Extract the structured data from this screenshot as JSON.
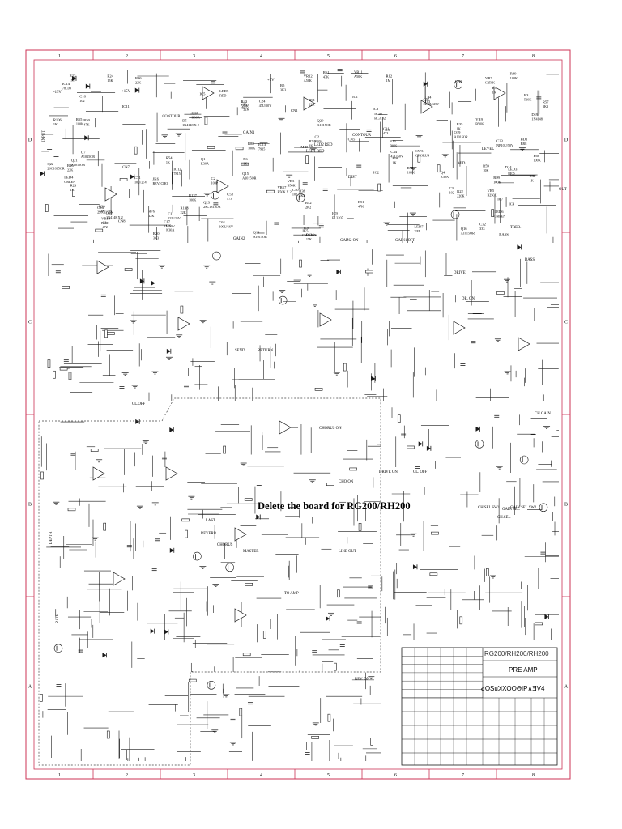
{
  "notice": "Delete the board for RG200/RH200",
  "title_block": {
    "models": "RG200/RH200/RH200",
    "name": "PRE AMP",
    "code": "ꓒOSuꓘXOOƏIP∧ƎV4"
  },
  "grid": {
    "columns": [
      "1",
      "2",
      "3",
      "4",
      "5",
      "6",
      "7",
      "8"
    ],
    "rows": [
      "D",
      "C",
      "B",
      "A"
    ]
  },
  "components": [
    {
      "ref": "R138",
      "val": "22K"
    },
    {
      "ref": "Q7",
      "val": "A1015OR"
    },
    {
      "ref": "R137",
      "val": "100K"
    },
    {
      "ref": "R136",
      "val": "15K"
    },
    {
      "ref": "C32",
      "val": "333"
    },
    {
      "ref": "IC1",
      "val": ""
    },
    {
      "ref": "R15",
      "val": "22K"
    },
    {
      "ref": "R16",
      "val": "22K"
    },
    {
      "ref": "C17",
      "val": "1U/50V"
    },
    {
      "ref": "R20",
      "val": "3K3"
    },
    {
      "ref": "VR5",
      "val": "B250K"
    },
    {
      "ref": "IC2",
      "val": ""
    },
    {
      "ref": "C18",
      "val": "102"
    },
    {
      "ref": "R23",
      "val": "1K"
    },
    {
      "ref": "R24",
      "val": "15K"
    },
    {
      "ref": "IC3",
      "val": ""
    },
    {
      "ref": "C21",
      "val": "473"
    },
    {
      "ref": "CONTOUR",
      "val": ""
    },
    {
      "ref": "D14",
      "val": ""
    },
    {
      "ref": "R32",
      "val": "1K"
    },
    {
      "ref": "IC6",
      "val": ""
    },
    {
      "ref": "R35",
      "val": "1K"
    },
    {
      "ref": "R36",
      "val": "2K2"
    },
    {
      "ref": "IC5",
      "val": ""
    },
    {
      "ref": "C1",
      "val": "472"
    },
    {
      "ref": "C2",
      "val": "100P"
    },
    {
      "ref": "R5",
      "val": "3K3"
    },
    {
      "ref": "R6",
      "val": "1K"
    },
    {
      "ref": "R3",
      "val": "510K"
    },
    {
      "ref": "R7",
      "val": "1K"
    },
    {
      "ref": "C11",
      "val": "22U/25V"
    },
    {
      "ref": "C23",
      "val": "NP10U/50V"
    },
    {
      "ref": "R26",
      "val": "500K"
    },
    {
      "ref": "VR7",
      "val": "C250K"
    },
    {
      "ref": "R22",
      "val": "220K"
    },
    {
      "ref": "D5",
      "val": "1N4148 X 2"
    },
    {
      "ref": "R12",
      "val": "1M"
    },
    {
      "ref": "R13",
      "val": "1M"
    },
    {
      "ref": "Q2",
      "val": "K30A"
    },
    {
      "ref": "Q4",
      "val": "K30A"
    },
    {
      "ref": "VR9",
      "val": "B50K"
    },
    {
      "ref": "R39",
      "val": "22K"
    },
    {
      "ref": "VR10",
      "val": "B50K"
    },
    {
      "ref": "C15",
      "val": "152"
    },
    {
      "ref": "R42",
      "val": "2K2"
    },
    {
      "ref": "VR11",
      "val": "A50K"
    },
    {
      "ref": "BASS",
      "val": ""
    },
    {
      "ref": "C3",
      "val": "102"
    },
    {
      "ref": "VR3",
      "val": "B50K"
    },
    {
      "ref": "Q1",
      "val": "K30A"
    },
    {
      "ref": "R43",
      "val": "560K"
    },
    {
      "ref": "C34",
      "val": "47U/50V"
    },
    {
      "ref": "Q3",
      "val": "K30A"
    },
    {
      "ref": "CN3",
      "val": ""
    },
    {
      "ref": "C44",
      "val": "103"
    },
    {
      "ref": "R50",
      "val": "47K"
    },
    {
      "ref": "R51",
      "val": "47K"
    },
    {
      "ref": "R55",
      "val": "100K"
    },
    {
      "ref": "IC4",
      "val": ""
    },
    {
      "ref": "R57",
      "val": "3K3"
    },
    {
      "ref": "R54",
      "val": "1K"
    },
    {
      "ref": "VR12",
      "val": "A50K"
    },
    {
      "ref": "MID",
      "val": ""
    },
    {
      "ref": "R60",
      "val": "100K"
    },
    {
      "ref": "C24",
      "val": "47U/50V"
    },
    {
      "ref": "IC7",
      "val": ""
    },
    {
      "ref": "R61",
      "val": "47K"
    },
    {
      "ref": "Q12",
      "val": "K30A"
    },
    {
      "ref": "D19",
      "val": "1N4148"
    },
    {
      "ref": "IC8",
      "val": ""
    },
    {
      "ref": "IC9",
      "val": "BL3207"
    },
    {
      "ref": "IC10",
      "val": "BL3102"
    },
    {
      "ref": "C53",
      "val": "473"
    },
    {
      "ref": "R59",
      "val": "10K"
    },
    {
      "ref": "C50",
      "val": "102"
    },
    {
      "ref": "R98",
      "val": "1K"
    },
    {
      "ref": "R95",
      "val": "100K"
    },
    {
      "ref": "R99",
      "val": "100K"
    },
    {
      "ref": "VR17",
      "val": "B50K X 2"
    },
    {
      "ref": "IC11",
      "val": ""
    },
    {
      "ref": "C71",
      "val": "10U/25V"
    },
    {
      "ref": "R106",
      "val": "1K"
    },
    {
      "ref": "CN5",
      "val": ""
    },
    {
      "ref": "R74",
      "val": "1K"
    },
    {
      "ref": "R76",
      "val": "22K"
    },
    {
      "ref": "D11",
      "val": "1N4148 X 2"
    },
    {
      "ref": "Q15",
      "val": "A1015OR"
    },
    {
      "ref": "Q14",
      "val": "A1015OR"
    },
    {
      "ref": "LED4",
      "val": "GREEN"
    },
    {
      "ref": "LED3",
      "val": "RED"
    },
    {
      "ref": "CN1",
      "val": ""
    },
    {
      "ref": "JK5",
      "val": "CH.GAIN"
    },
    {
      "ref": "Q16",
      "val": "A1015OR"
    },
    {
      "ref": "LED5",
      "val": "RED"
    },
    {
      "ref": "LED6",
      "val": "GREEN"
    },
    {
      "ref": "CN7",
      "val": ""
    },
    {
      "ref": "JK6",
      "val": "REV. CHO."
    },
    {
      "ref": "SW3",
      "val": "CHORUS"
    },
    {
      "ref": "Q19",
      "val": "A1015OR"
    },
    {
      "ref": "Q20",
      "val": "A1015OR"
    },
    {
      "ref": "LED7",
      "val": "YEL"
    },
    {
      "ref": "Q21",
      "val": "A1015OR"
    },
    {
      "ref": "IC12",
      "val": "7815"
    },
    {
      "ref": "IC13",
      "val": "7915"
    },
    {
      "ref": "C94",
      "val": "2200U/25V"
    },
    {
      "ref": "C95",
      "val": "2200U/25V"
    },
    {
      "ref": "BD1",
      "val": "BR8"
    },
    {
      "ref": "CN8",
      "val": ""
    },
    {
      "ref": "IC14",
      "val": "78L09"
    },
    {
      "ref": "Q23",
      "val": "2SC1815OR"
    },
    {
      "ref": "Q22",
      "val": "2SC1815OR"
    },
    {
      "ref": "R86",
      "val": "22K"
    },
    {
      "ref": "R88",
      "val": "100K"
    },
    {
      "ref": "R89",
      "val": "100K"
    },
    {
      "ref": "R91",
      "val": "22K"
    },
    {
      "ref": "C61",
      "val": "100U/16V"
    }
  ],
  "nets": [
    "-15V",
    "+15V",
    "+9V",
    "INPUT",
    "OUT",
    "GAIN1",
    "GAIN2",
    "LEVEL",
    "CONTOUR",
    "SEND",
    "RETURN",
    "CH.GAIN",
    "CH.SEL",
    "GAIN SEL",
    "CL.OFF",
    "DRIVE ON",
    "CH.SEL SW1",
    "GAIN SEL SW2",
    "REV. ON",
    "CHORUS",
    "REVERB",
    "LAST",
    "MASTER",
    "TO AMP",
    "LINE OUT",
    "DEPTH",
    "RATE",
    "TREB.",
    "BASS",
    "MID",
    "LED1 RED",
    "LED2 RED",
    "GAIN2 ON",
    "GAIN1 OFF",
    "DR. ON",
    "CL. OFF",
    "CHO ON",
    "CHORUS ON",
    "DIST",
    "DRIVE"
  ],
  "colors": {
    "border": "#cc3355",
    "line": "#1a1a1a",
    "text": "#000000"
  }
}
